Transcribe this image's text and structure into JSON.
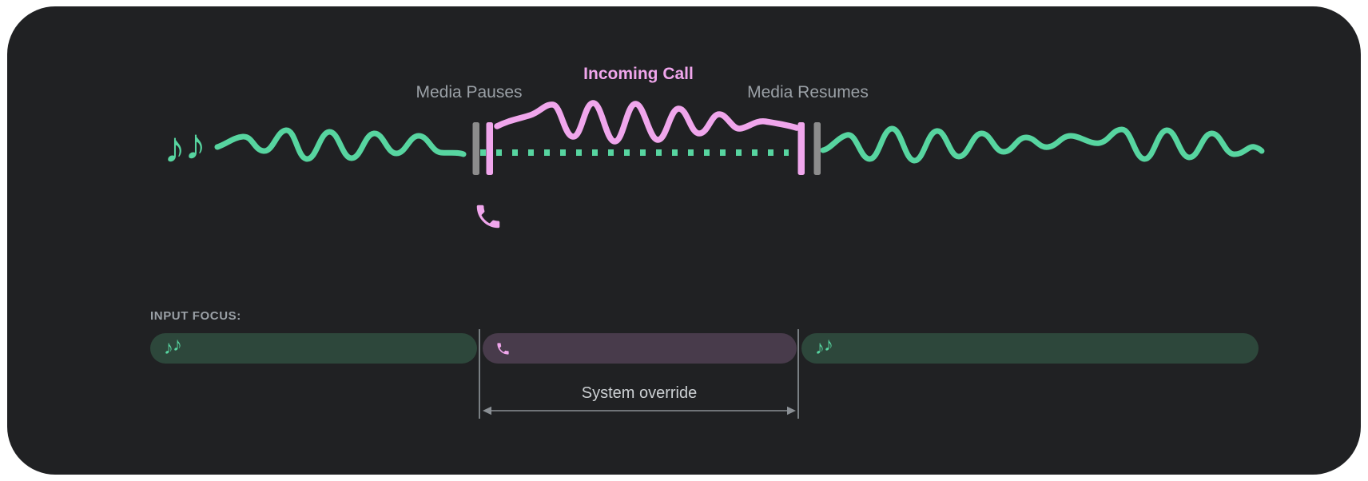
{
  "colors": {
    "page_bg": "#ffffff",
    "card_bg": "#202123",
    "green": "#57d5a0",
    "pink": "#f0a6ec",
    "media_pill_bg": "#2d473b",
    "call_pill_bg": "#483b4b",
    "bar_gray": "#8c8c8c",
    "label_gray": "#9aa0a6",
    "override_text": "#ccd0d3",
    "arrow_gray": "#8a8f94"
  },
  "icons": {
    "note_glyph": "♪",
    "music_icon_name": "music-notes-icon",
    "phone_icon_name": "phone-icon"
  },
  "timeline": {
    "media_pauses_label": "Media Pauses",
    "incoming_call_label": "Incoming Call",
    "media_resumes_label": "Media Resumes"
  },
  "input_focus": {
    "heading": "INPUT FOCUS:",
    "system_override_label": "System override",
    "segments": [
      {
        "owner": "media",
        "icon": "music-notes-icon"
      },
      {
        "owner": "call",
        "icon": "phone-icon"
      },
      {
        "owner": "media",
        "icon": "music-notes-icon"
      }
    ]
  }
}
